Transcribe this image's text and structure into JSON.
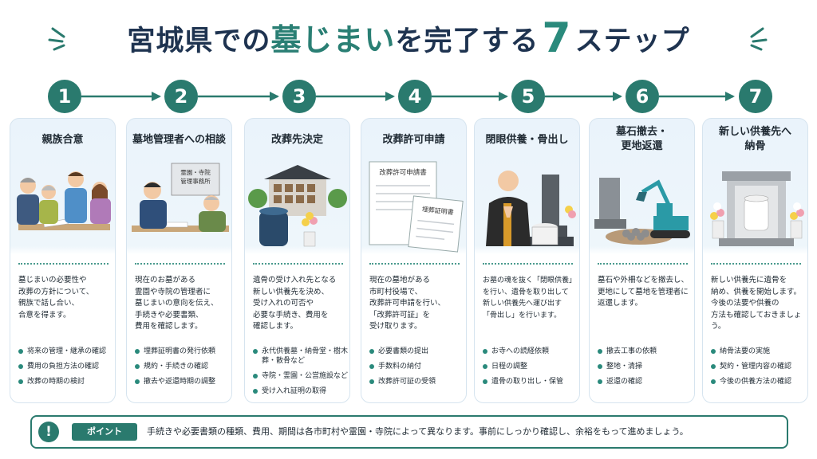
{
  "title": {
    "prefix": "宮城県での",
    "highlight": "墓じまい",
    "middle": "を完了する",
    "number": "7",
    "suffix": "ステップ"
  },
  "colors": {
    "primary": "#2a7a6e",
    "title_navy": "#1e3350",
    "card_bg": "#eaf3fb"
  },
  "steps": [
    {
      "number": "1",
      "title": "親族合意",
      "illustration": "family-discussion",
      "description": [
        "墓じまいの必要性や",
        "改葬の方針について、",
        "親族で話し合い、",
        "合意を得ます。"
      ],
      "items": [
        "将来の管理・継承の確認",
        "費用の負担方法の確認",
        "改葬の時期の検討"
      ]
    },
    {
      "number": "2",
      "title": "墓地管理者への相談",
      "illustration": "office-consultation",
      "office_sign": [
        "霊園・寺院",
        "管理事務所"
      ],
      "description": [
        "現在のお墓がある",
        "霊園や寺院の管理者に",
        "墓じまいの意向を伝え、",
        "手続きや必要書類、",
        "費用を確認します。"
      ],
      "items": [
        "埋葬証明書の発行依頼",
        "規約・手続きの確認",
        "撤去や返還時期の調整"
      ]
    },
    {
      "number": "3",
      "title": "改葬先決定",
      "illustration": "columbarium",
      "description": [
        "遺骨の受け入れ先となる",
        "新しい供養先を決め、",
        "受け入れの可否や",
        "必要な手続き、費用を",
        "確認します。"
      ],
      "items": [
        "永代供養墓・納骨堂・樹木葬・散骨など",
        "寺院・霊園・公営施設など",
        "受け入れ証明の取得"
      ]
    },
    {
      "number": "4",
      "title": "改葬許可申請",
      "illustration": "documents",
      "doc_labels": [
        "改葬許可申請書",
        "埋葬証明書"
      ],
      "description": [
        "現在の墓地がある",
        "市町村役場で、",
        "改葬許可申請を行い、",
        "「改葬許可証」を",
        "受け取ります。"
      ],
      "items": [
        "必要書類の提出",
        "手数料の納付",
        "改葬許可証の受領"
      ]
    },
    {
      "number": "5",
      "title": "閉眼供養・骨出し",
      "illustration": "monk-praying",
      "description": [
        "お墓の魂を抜く「閉眼供養」",
        "を行い、遺骨を取り出して",
        "新しい供養先へ運び出す",
        "「骨出し」を行います。"
      ],
      "items": [
        "お寺への読経依頼",
        "日程の調整",
        "遺骨の取り出し・保管"
      ]
    },
    {
      "number": "6",
      "title": [
        "墓石撤去・",
        "更地返還"
      ],
      "illustration": "excavator",
      "description": [
        "墓石や外柵などを撤去し、",
        "更地にして墓地を管理者に",
        "返還します。"
      ],
      "items": [
        "撤去工事の依頼",
        "整地・清掃",
        "返還の確認"
      ]
    },
    {
      "number": "7",
      "title": [
        "新しい供養先へ",
        "納骨"
      ],
      "illustration": "new-grave",
      "description": [
        "新しい供養先に遺骨を",
        "納め、供養を開始します。",
        "今後の法要や供養の",
        "方法も確認しておきましょう。"
      ],
      "items": [
        "納骨法要の実施",
        "契約・管理内容の確認",
        "今後の供養方法の確認"
      ]
    }
  ],
  "point": {
    "icon": "!",
    "label": "ポイント",
    "text": "手続きや必要書類の種類、費用、期間は各市町村や霊園・寺院によって異なります。事前にしっかり確認し、余裕をもって進めましょう。"
  }
}
